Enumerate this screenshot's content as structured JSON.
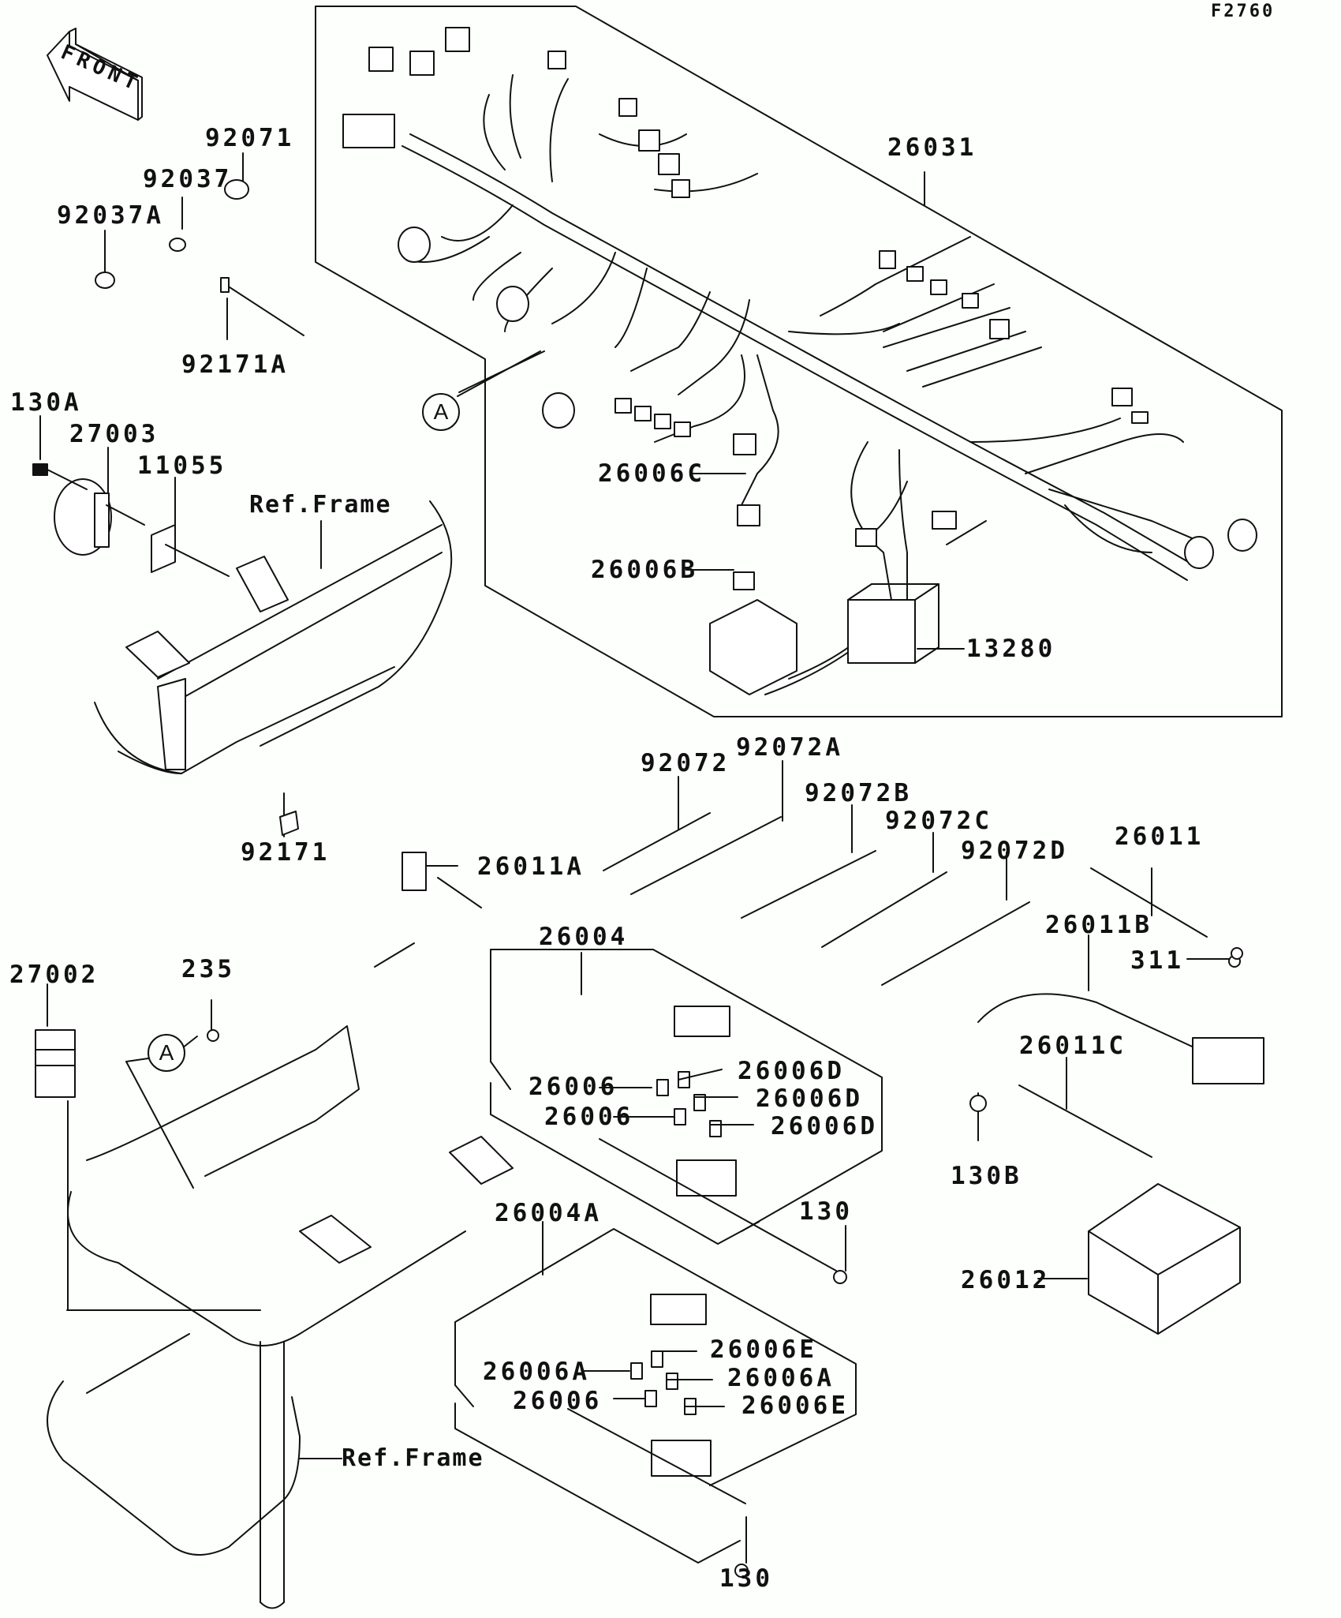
{
  "diagram": {
    "figure_code": "F2760",
    "front_arrow_label": "FRONT",
    "reference_marker": "A",
    "ref_frame_label": "Ref.Frame",
    "parts": {
      "p26031": "26031",
      "p92071": "92071",
      "p92037": "92037",
      "p92037A": "92037A",
      "p92171A": "92171A",
      "p130A": "130A",
      "p27003": "27003",
      "p11055": "11055",
      "p26006C": "26006C",
      "p26006B": "26006B",
      "p13280": "13280",
      "p92171": "92171",
      "p92072": "92072",
      "p92072A": "92072A",
      "p92072B": "92072B",
      "p92072C": "92072C",
      "p92072D": "92072D",
      "p26011": "26011",
      "p26011A": "26011A",
      "p26011B": "26011B",
      "p311": "311",
      "p26011C": "26011C",
      "p130B": "130B",
      "p26012": "26012",
      "p27002": "27002",
      "p235": "235",
      "p26004": "26004",
      "p26004_fuse_1": "26006",
      "p26004_fuse_2": "26006",
      "p26004_d1": "26006D",
      "p26004_d2": "26006D",
      "p26004_d3": "26006D",
      "p130_upper": "130",
      "p26004A": "26004A",
      "p26004A_a1": "26006A",
      "p26004A_a2": "26006A",
      "p26004A_fuse": "26006",
      "p26004A_e1": "26006E",
      "p26004A_e2": "26006E",
      "p130_lower": "130"
    }
  }
}
